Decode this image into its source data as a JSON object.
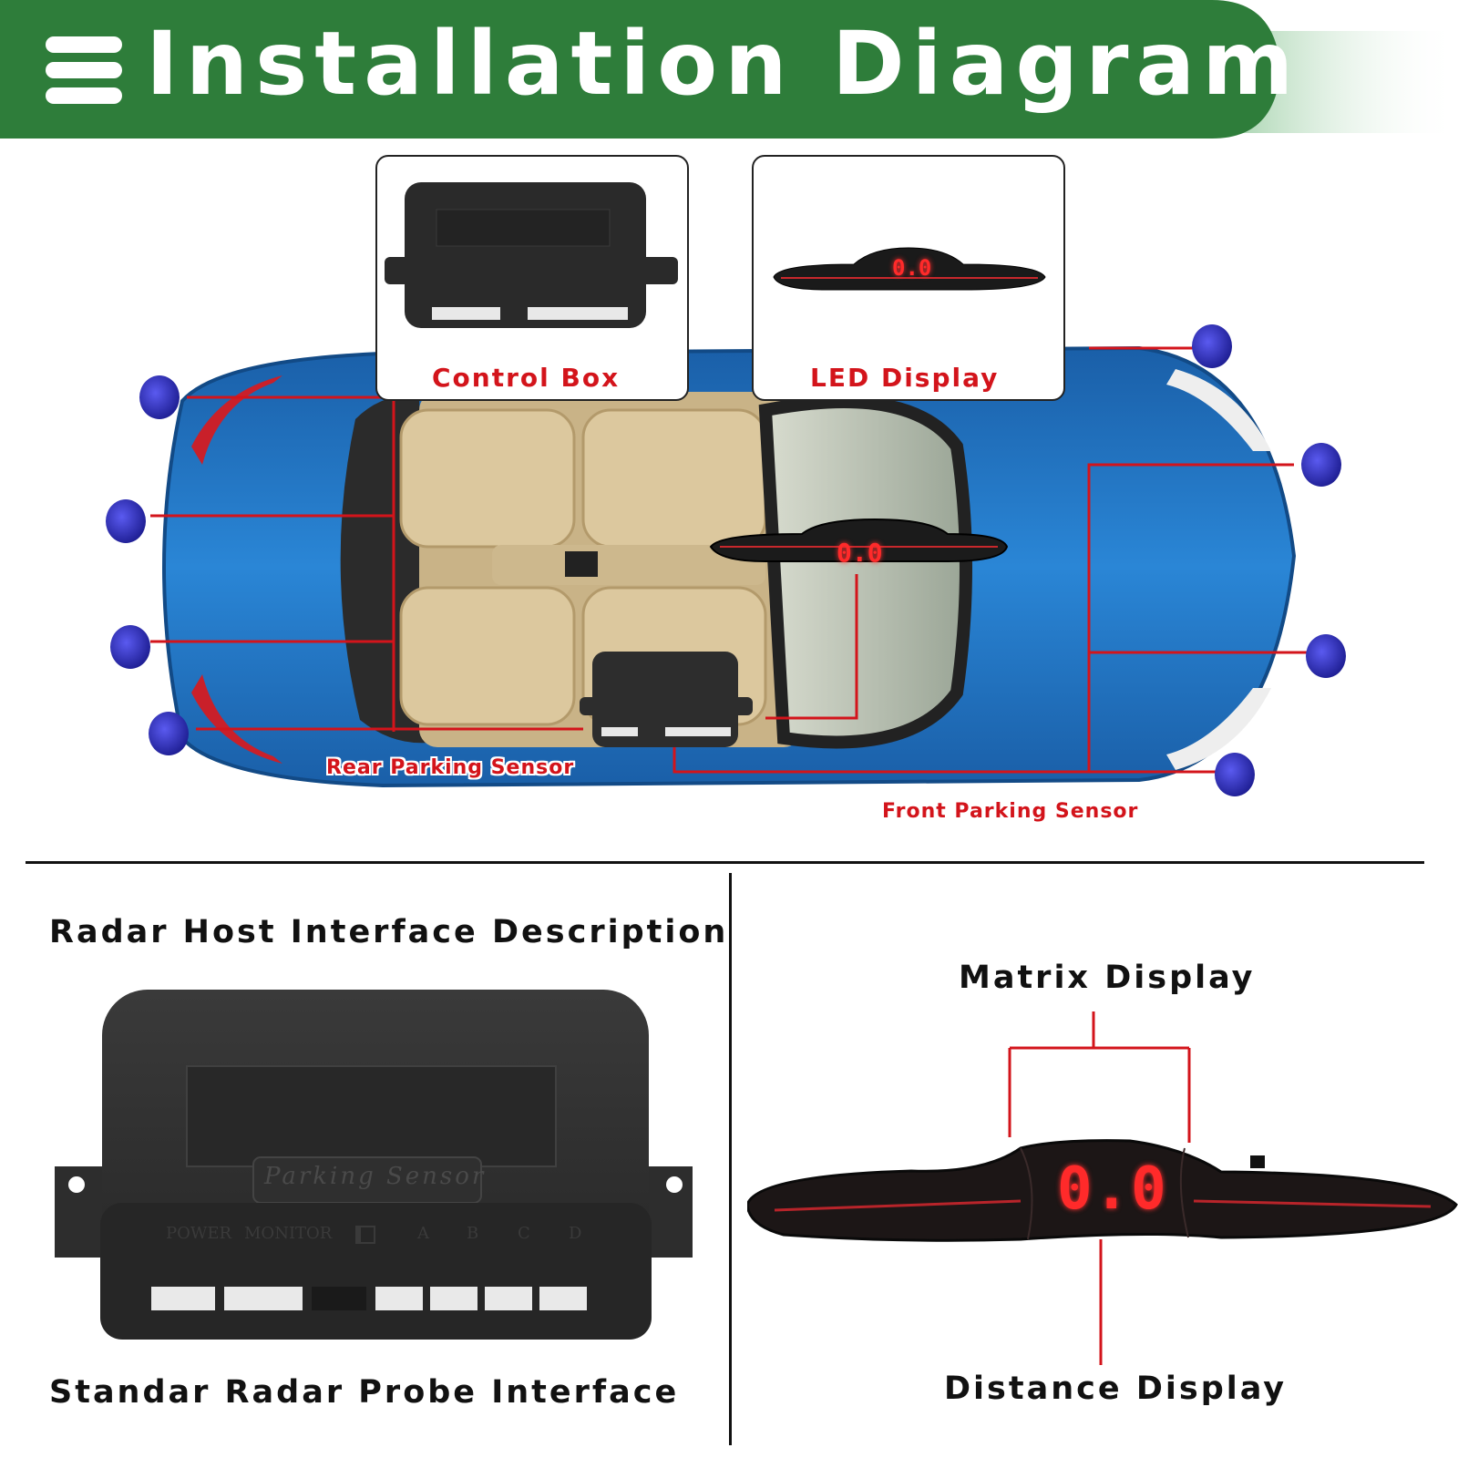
{
  "header": {
    "title": "Installation Diagram",
    "menu_icon": "hamburger-menu-icon"
  },
  "insets": {
    "control_box": {
      "label": "Control Box"
    },
    "led_display": {
      "label": "LED Display",
      "digits": "0.0"
    }
  },
  "car_diagram": {
    "rear_sensor_label": "Rear Parking Sensor",
    "front_sensor_label": "Front Parking Sensor",
    "display_digits": "0.0"
  },
  "control_box_product": {
    "brand_text": "Parking Sensor",
    "port_labels": {
      "power": "POWER",
      "monitor": "MONITOR",
      "a": "A",
      "b": "B",
      "c": "C",
      "d": "D"
    }
  },
  "bottom_left": {
    "title": "Radar Host Interface Description",
    "caption": "Standar Radar Probe Interface"
  },
  "bottom_right": {
    "top_label": "Matrix Display",
    "bottom_label": "Distance Display",
    "digits": "0.0"
  },
  "colors": {
    "banner_green": "#2e7d3a",
    "label_red": "#d3141b",
    "car_blue": "#1f6fb8",
    "sensor_blue": "#2a2aa8",
    "seat_beige": "#d9c49a"
  }
}
